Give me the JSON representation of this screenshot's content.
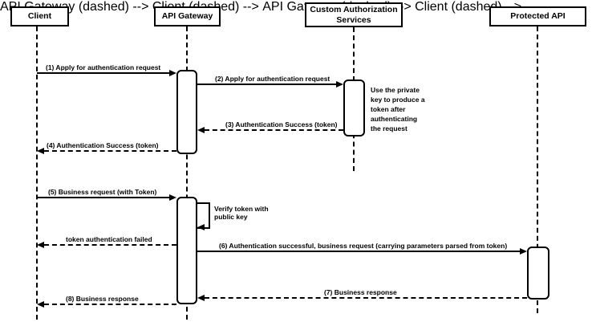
{
  "diagram_type": "sequence-diagram",
  "colors": {
    "line": "#000000",
    "background": "#ffffff",
    "box_fill": "#ffffff"
  },
  "actors": [
    {
      "label": "Client"
    },
    {
      "label": "API Gateway"
    },
    {
      "label": "Custom Authorization Services"
    },
    {
      "label": "Protected API"
    }
  ],
  "messages": [
    {
      "label": "(1) Apply for authentication request",
      "from": "Client",
      "to": "API Gateway",
      "style": "solid"
    },
    {
      "label": "(2) Apply for authentication request",
      "from": "API Gateway",
      "to": "Custom Authorization Services",
      "style": "solid"
    },
    {
      "label": "(3) Authentication Success (token)",
      "from": "Custom Authorization Services",
      "to": "API Gateway",
      "style": "dashed"
    },
    {
      "label": "(4) Authentication Success (token)",
      "from": "API Gateway",
      "to": "Client",
      "style": "dashed"
    },
    {
      "label": "(5) Business request (with Token)",
      "from": "Client",
      "to": "API Gateway",
      "style": "solid"
    },
    {
      "label": "Verify token with public key",
      "from": "API Gateway",
      "to": "API Gateway",
      "style": "self"
    },
    {
      "label": "token authentication failed",
      "from": "API Gateway",
      "to": "Client",
      "style": "dashed"
    },
    {
      "label": "(6) Authentication successful, business request (carrying parameters parsed from token)",
      "from": "API Gateway",
      "to": "Protected API",
      "style": "solid"
    },
    {
      "label": "(7) Business response",
      "from": "Protected API",
      "to": "API Gateway",
      "style": "dashed"
    },
    {
      "label": "(8) Business response",
      "from": "API Gateway",
      "to": "Client",
      "style": "dashed"
    }
  ],
  "note": {
    "text": "Use the private key to produce a token after authenticating the request"
  }
}
